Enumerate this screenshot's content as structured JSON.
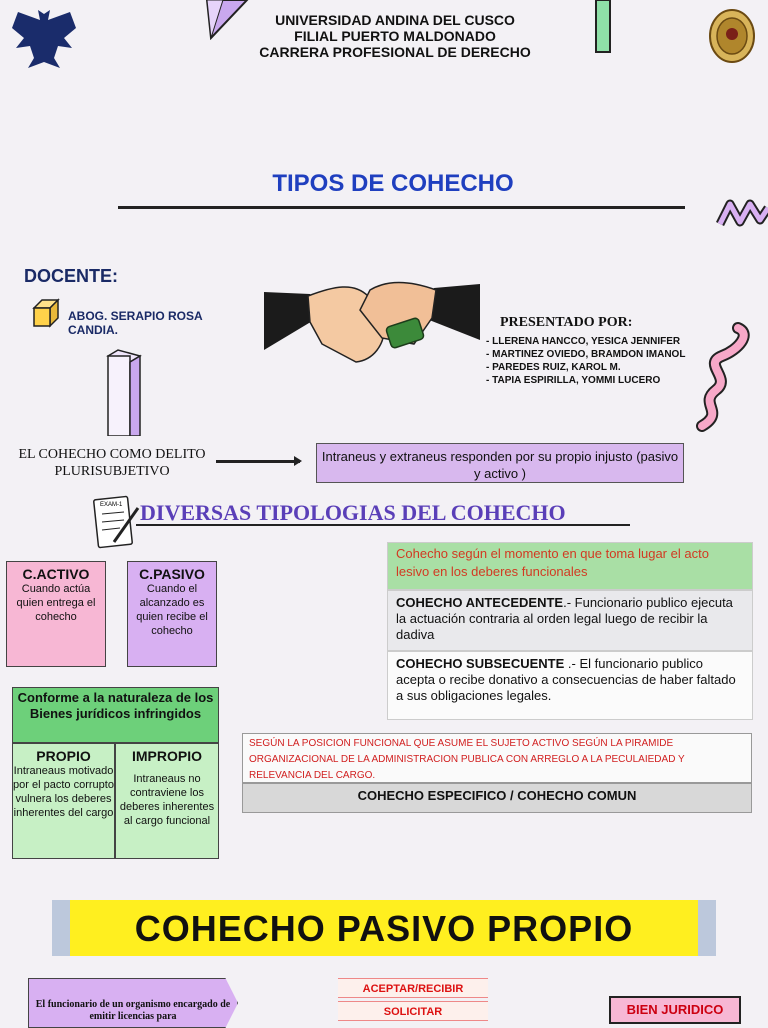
{
  "header": {
    "line1": "UNIVERSIDAD ANDINA DEL CUSCO",
    "line2": "FILIAL PUERTO MALDONADO",
    "line3": "CARRERA PROFESIONAL DE DERECHO"
  },
  "title": "TIPOS DE COHECHO",
  "docente": {
    "label": "DOCENTE:",
    "name": "ABOG. SERAPIO ROSA CANDIA."
  },
  "presentado": {
    "label": "PRESENTADO POR:",
    "authors": [
      "LLERENA HANCCO, YESICA JENNIFER",
      "MARTINEZ OVIEDO, BRAMDON IMANOL",
      "PAREDES RUIZ, KAROL M.",
      "TAPIA ESPIRILLA, YOMMI LUCERO"
    ]
  },
  "plurisubjetivo": {
    "text": "EL COHECHO COMO DELITO PLURISUBJETIVO",
    "box": "Intraneus y extraneus responden por su propio injusto (pasivo y activo )"
  },
  "exam_label": "EXAM-1",
  "diversas": "DIVERSAS TIPOLOGIAS DEL COHECHO",
  "activo": {
    "title": "C.ACTIVO",
    "desc": "Cuando actúa quien entrega el cohecho"
  },
  "pasivo": {
    "title": "C.PASIVO",
    "desc": "Cuando el alcanzado es quien recibe el cohecho"
  },
  "naturaleza": "Conforme a la naturaleza de los Bienes jurídicos infringidos",
  "propio": {
    "title": "PROPIO",
    "desc": "Intraneaus motivado por el pacto corrupto vulnera los deberes inherentes del cargo"
  },
  "impropio": {
    "title": "IMPROPIO",
    "desc": "Intraneaus no contraviene los deberes inherentes al cargo funcional"
  },
  "momento": "Cohecho según el momento en que toma lugar el acto lesivo en los deberes funcionales",
  "antecedente": {
    "title": "COHECHO ANTECEDENTE",
    "desc": ".- Funcionario publico ejecuta la actuación contraria al orden legal luego de recibir la dadiva"
  },
  "subsecuente": {
    "title": "COHECHO SUBSECUENTE",
    "desc": " .- El funcionario publico acepta o recibe donativo a consecuencias de haber faltado a sus obligaciones legales."
  },
  "posicion": "SEGÚN LA POSICION FUNCIONAL QUE ASUME EL SUJETO ACTIVO SEGÚN LA PIRAMIDE ORGANIZACIONAL DE LA ADMINISTRACION PUBLICA CON ARREGLO A LA PECULAIEDAD Y RELEVANCIA DEL CARGO.",
  "especifico": "COHECHO ESPECIFICO / COHECHO COMUN",
  "banner": "COHECHO PASIVO PROPIO",
  "funcionario": "El funcionario de un organismo encargado de emitir licencias para",
  "verbs": [
    "ACEPTAR/RECIBIR",
    "SOLICITAR"
  ],
  "bien": "BIEN JURIDICO",
  "colors": {
    "title_blue": "#1f3fbf",
    "pink": "#f7b7d4",
    "lilac": "#d8b0f2",
    "green": "#6dd07a",
    "yellow": "#ffef1f",
    "red_text": "#d23a22"
  },
  "icons": [
    "eagle-logo-icon",
    "university-seal-icon",
    "handshake-bribe-icon",
    "cube-icon",
    "exam-paper-icon"
  ]
}
